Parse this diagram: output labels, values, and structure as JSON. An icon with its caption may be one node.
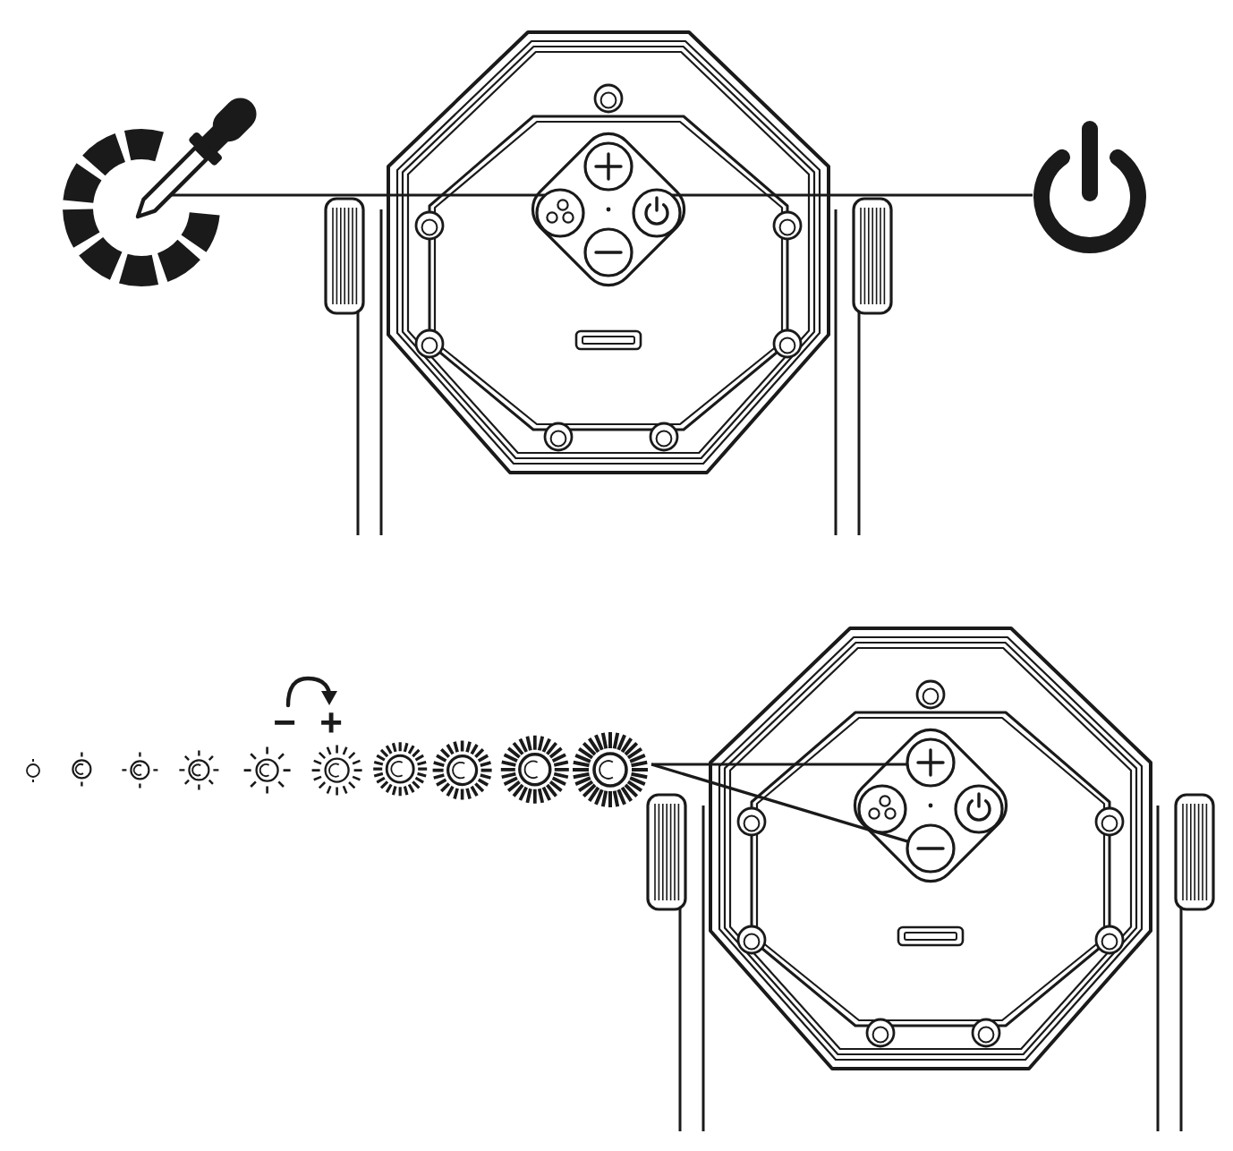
{
  "diagram": {
    "nodes": [
      {
        "text": [],
        "shape": "picture"
      },
      {
        "text": [],
        "shape": "circle"
      },
      {
        "text": [],
        "shape": "circle"
      },
      {
        "text": [],
        "shape": "picture"
      },
      {
        "text": [],
        "shape": "picture"
      },
      {
        "text": [],
        "shape": "circle"
      },
      {
        "text": [],
        "shape": "circle"
      }
    ],
    "edges": [
      {
        "from": 0,
        "to": 1,
        "arrow": "none"
      },
      {
        "from": 3,
        "to": 2,
        "arrow": "none"
      },
      {
        "from": 4,
        "to": 5,
        "arrow": "none"
      },
      {
        "from": 4,
        "to": 6,
        "arrow": "none"
      }
    ],
    "labels": [
      "−",
      "+"
    ]
  }
}
